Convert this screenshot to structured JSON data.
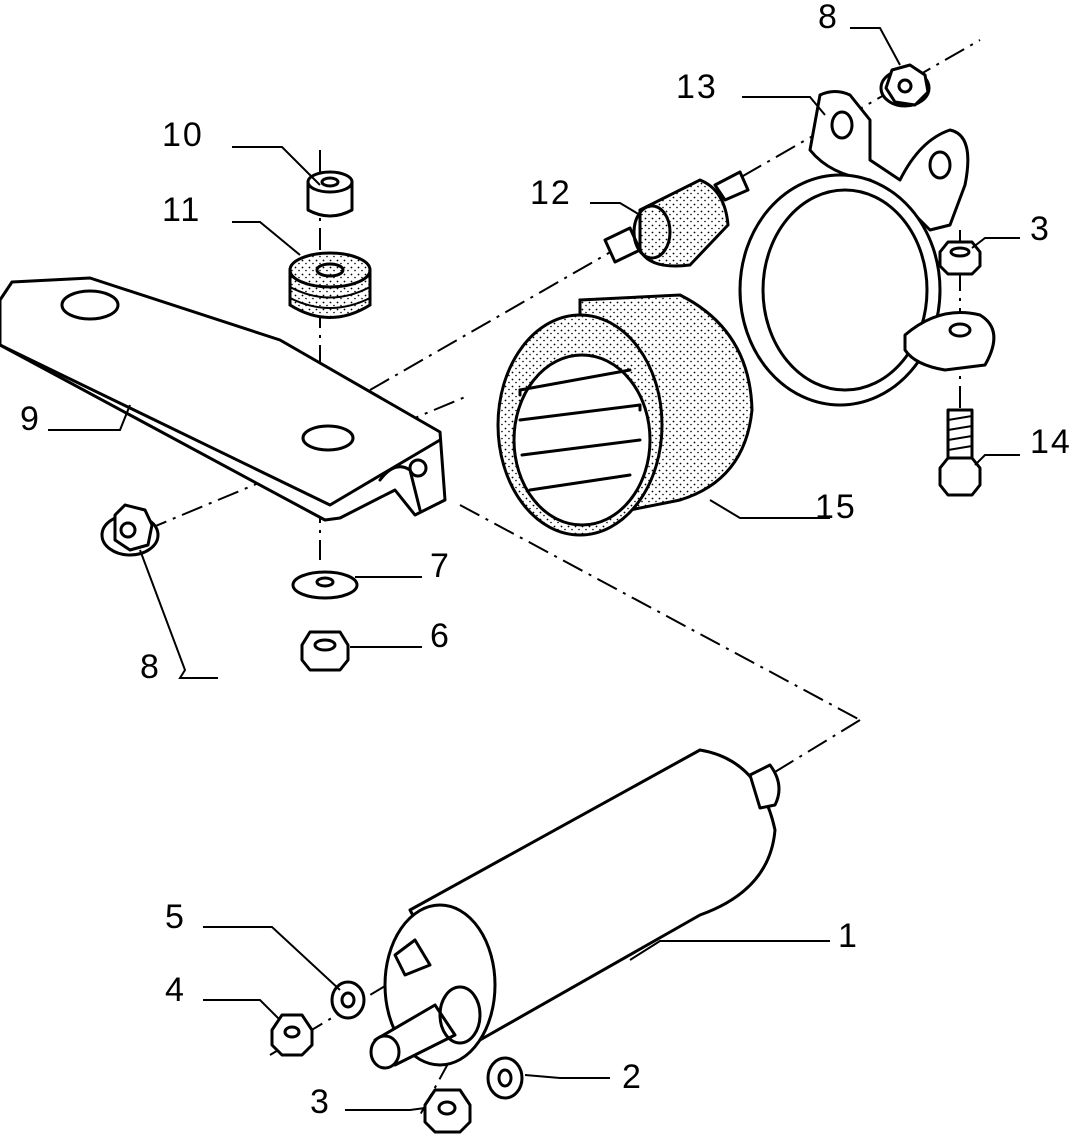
{
  "callouts": {
    "c1": "1",
    "c2": "2",
    "c3a": "3",
    "c3b": "3",
    "c4": "4",
    "c5": "5",
    "c6": "6",
    "c7": "7",
    "c8a": "8",
    "c8b": "8",
    "c9": "9",
    "c10": "10",
    "c11": "11",
    "c12": "12",
    "c13": "13",
    "c14": "14",
    "c15": "15"
  },
  "colors": {
    "line": "#000000",
    "background": "#ffffff"
  }
}
